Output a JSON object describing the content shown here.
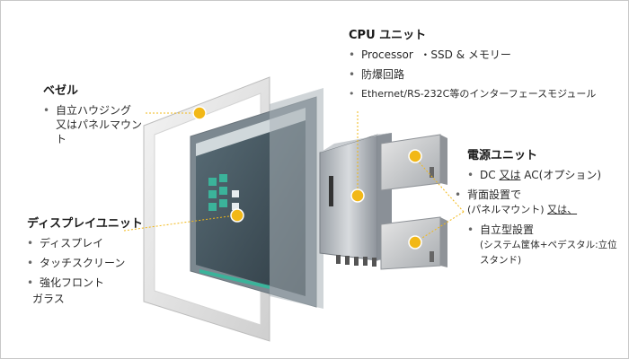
{
  "bezel": {
    "heading": "ベゼル",
    "items": [
      "自立ハウジング 又はパネルマウント"
    ]
  },
  "display": {
    "heading": "ディスプレイユニット",
    "items": [
      "ディスプレイ",
      "タッチスクリーン",
      "強化フロント"
    ],
    "continuation": "ガラス"
  },
  "cpu": {
    "heading": "CPU ユニット",
    "items": [
      "Processor  ・SSD & メモリー",
      "防爆回路",
      "Ethernet/RS-232C等のインターフェースモジュール"
    ]
  },
  "power": {
    "heading": "電源ユニット",
    "item1_prefix": "DC ",
    "item1_underline": "又は",
    "item1_suffix": " AC(オプション)",
    "item2_line1": "背面設置で",
    "item2_line2_prefix": "(パネルマウント) ",
    "item2_line2_underline": "又は、",
    "item3_line1": "自立型設置",
    "item3_line2": "(システム筐体+ペデスタル:立位スタンド)"
  },
  "colors": {
    "marker": "#f2b817",
    "marker_border": "#ffffff",
    "leader": "#f2b817"
  },
  "icons": {
    "marker": "yellow-dot-icon"
  }
}
